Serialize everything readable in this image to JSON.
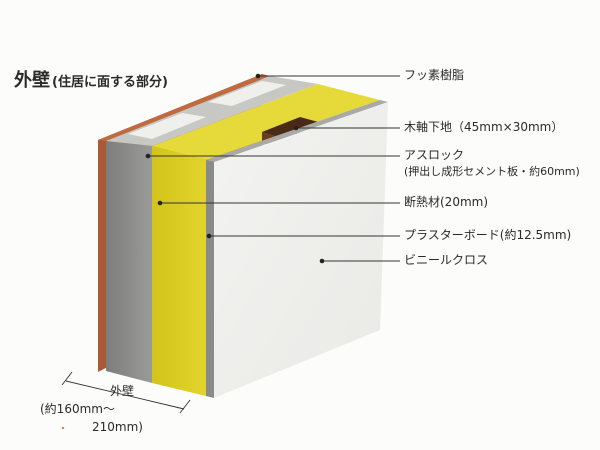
{
  "title": {
    "main": "外壁",
    "sub": "(住居に面する部分)"
  },
  "layers": [
    {
      "label": "フッ素樹脂",
      "note": ""
    },
    {
      "label": "木軸下地（45mm×30mm）",
      "note": ""
    },
    {
      "label": "アスロック",
      "note": "(押出し成形セメント板・約60mm)"
    },
    {
      "label": "断熱材(20mm)",
      "note": ""
    },
    {
      "label": "プラスターボード(約12.5mm)",
      "note": ""
    },
    {
      "label": "ビニールクロス",
      "note": ""
    }
  ],
  "dimension": {
    "label": "外壁",
    "line1": "(約160mm〜",
    "line2": "210mm)"
  },
  "colors": {
    "fluororesin": "#b0613a",
    "concrete_face": "#8c8c8c",
    "concrete_top": "#c4c4c2",
    "insulation": "#d8cb1e",
    "plasterboard": "#9a9a98",
    "cloth": "#f1f1ef",
    "leader": "#333333"
  }
}
